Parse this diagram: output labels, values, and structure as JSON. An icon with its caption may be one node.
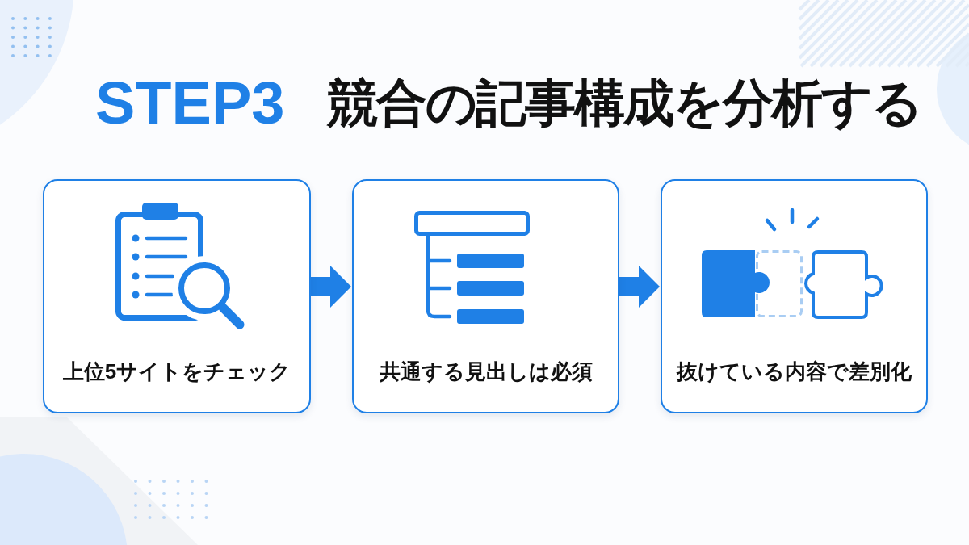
{
  "diagram": {
    "title": "競合の記事構成を分析する",
    "nodes": [
      {
        "text": [
          "上位5サイトをチェック"
        ]
      },
      {
        "text": [
          "共通する見出しは必須"
        ]
      },
      {
        "text": [
          "抜けている内容で差別化"
        ]
      }
    ],
    "edges": [
      {
        "from": 0,
        "to": 1,
        "arrow": "to"
      },
      {
        "from": 1,
        "to": 2,
        "arrow": "to"
      }
    ],
    "labels": [
      "STEP3"
    ]
  }
}
